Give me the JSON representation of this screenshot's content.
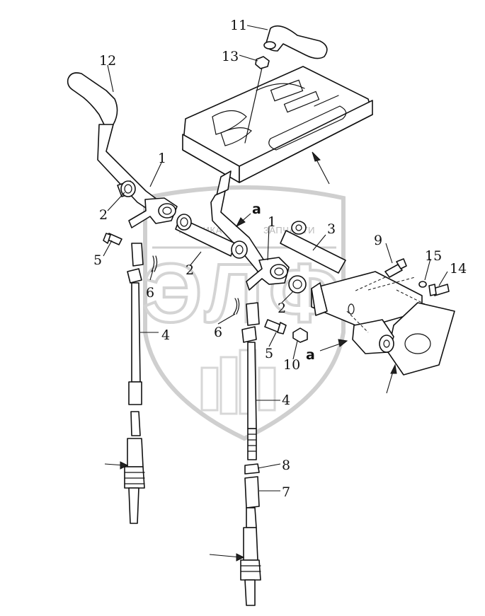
{
  "watermark": {
    "letters": "ЭЛФ",
    "text_left": "ТЕХНИКА",
    "text_right": "ЗАПЧАСТИ",
    "color": "#cfcfcf"
  },
  "callouts": [
    {
      "id": "c11",
      "text": "11"
    },
    {
      "id": "c13",
      "text": "13"
    },
    {
      "id": "c12",
      "text": "12"
    },
    {
      "id": "c1a",
      "text": "1"
    },
    {
      "id": "c2a",
      "text": "2"
    },
    {
      "id": "ca1",
      "text": "a"
    },
    {
      "id": "c1b",
      "text": "1"
    },
    {
      "id": "c3",
      "text": "3"
    },
    {
      "id": "c9",
      "text": "9"
    },
    {
      "id": "c15",
      "text": "15"
    },
    {
      "id": "c14",
      "text": "14"
    },
    {
      "id": "c5a",
      "text": "5"
    },
    {
      "id": "c2b",
      "text": "2"
    },
    {
      "id": "c6a",
      "text": "6"
    },
    {
      "id": "c2c",
      "text": "2"
    },
    {
      "id": "c6b",
      "text": "6"
    },
    {
      "id": "c4a",
      "text": "4"
    },
    {
      "id": "c5b",
      "text": "5"
    },
    {
      "id": "c10",
      "text": "10"
    },
    {
      "id": "ca2",
      "text": "a"
    },
    {
      "id": "c4b",
      "text": "4"
    },
    {
      "id": "c8",
      "text": "8"
    },
    {
      "id": "c7",
      "text": "7"
    }
  ]
}
